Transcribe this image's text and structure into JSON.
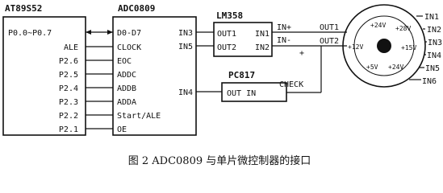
{
  "mcu": {
    "name": "AT89S52",
    "pins": [
      "P0.0~P0.7",
      "ALE",
      "P2.6",
      "P2.5",
      "P2.4",
      "P2.3",
      "P2.2",
      "P2.1"
    ]
  },
  "adc": {
    "name": "ADC0809",
    "left_pins": [
      "D0-D7",
      "CLOCK",
      "EOC",
      "ADDC",
      "ADDB",
      "ADDA",
      "Start/ALE",
      "OE"
    ],
    "right_pins": [
      "IN3",
      "IN5",
      "IN4"
    ]
  },
  "amp": {
    "name": "LM358",
    "left_pins": [
      "OUT1",
      "OUT2"
    ],
    "right_pins": [
      "IN1",
      "IN2"
    ]
  },
  "opto": {
    "name": "PC817",
    "label": "OUT IN",
    "check": "CHECK"
  },
  "signals": {
    "in_plus": "IN+",
    "in_minus": "IN-",
    "plus": "+",
    "out1": "OUT1",
    "out2": "OUT2"
  },
  "sensor": {
    "voltages": [
      "+24V",
      "+28V",
      "+12V",
      "+15V",
      "+5V",
      "+24V"
    ],
    "inputs": [
      "IN1",
      "IN2",
      "IN3",
      "IN4",
      "IN5",
      "IN6"
    ]
  },
  "caption": "图 2  ADC0809 与单片微控制器的接口"
}
